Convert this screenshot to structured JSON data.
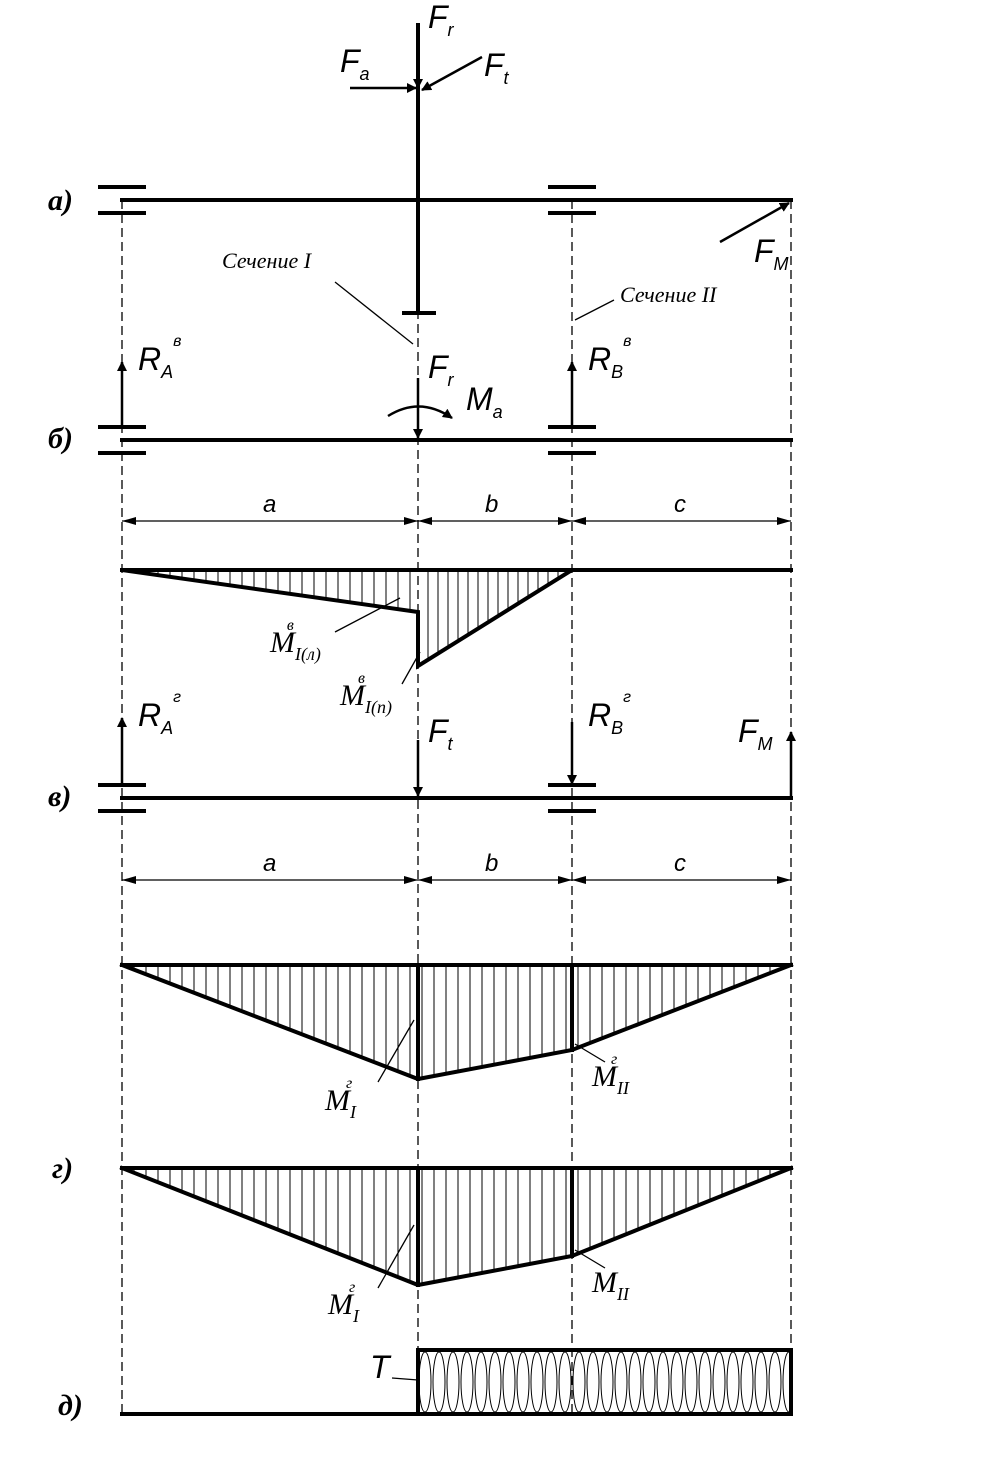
{
  "panels": {
    "a": "а)",
    "b": "б)",
    "v": "в)",
    "g": "г)",
    "d": "д)"
  },
  "sections": {
    "s1": "Сечение I",
    "s2": "Сечение II"
  },
  "forces": {
    "F": "F",
    "r": "r",
    "a": "a",
    "t": "t",
    "M": "M",
    "R": "R",
    "A": "A",
    "B": "B",
    "v_sup": "в",
    "g_sup": "г",
    "T": "T"
  },
  "dims": {
    "a": "a",
    "b": "b",
    "c": "c"
  },
  "moments": {
    "M": "M",
    "Ma_sub": "a",
    "I_l": "I(л)",
    "I_p": "I(п)",
    "I": "I",
    "II": "II",
    "v": "в",
    "g": "г"
  }
}
